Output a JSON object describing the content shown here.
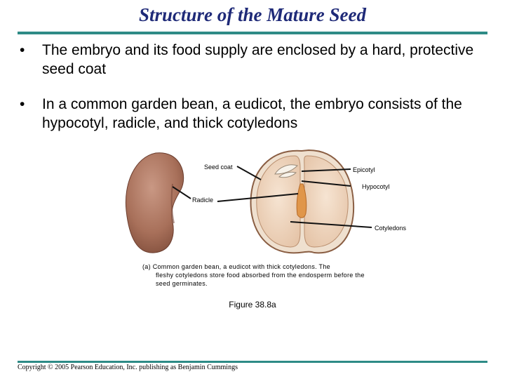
{
  "slide": {
    "title": "Structure of the Mature Seed",
    "bullets": [
      "The embryo and its food supply are enclosed by a hard, protective seed coat",
      "In a common garden bean, a eudicot, the embryo consists of the hypocotyl, radicle, and thick cotyledons"
    ],
    "bullet_marker": "•"
  },
  "figure": {
    "labels": {
      "seed_coat": "Seed coat",
      "epicotyl": "Epicotyl",
      "hypocotyl": "Hypocotyl",
      "radicle": "Radicle",
      "cotyledons": "Cotyledons"
    },
    "caption_first": "(a) Common garden bean, a eudicot with thick cotyledons. The",
    "caption_rest": "fleshy cotyledons store food absorbed from the endosperm before the seed germinates.",
    "figure_number": "Figure 38.8a"
  },
  "footer": {
    "copyright": "Copyright © 2005 Pearson Education, Inc. publishing as Benjamin Cummings"
  },
  "colors": {
    "title": "#1f2a78",
    "rule": "#2e8b86",
    "seed_coat_brown": "#a8705a",
    "cotyledon": "#efd5bd",
    "radicle_orange": "#e0964a"
  }
}
